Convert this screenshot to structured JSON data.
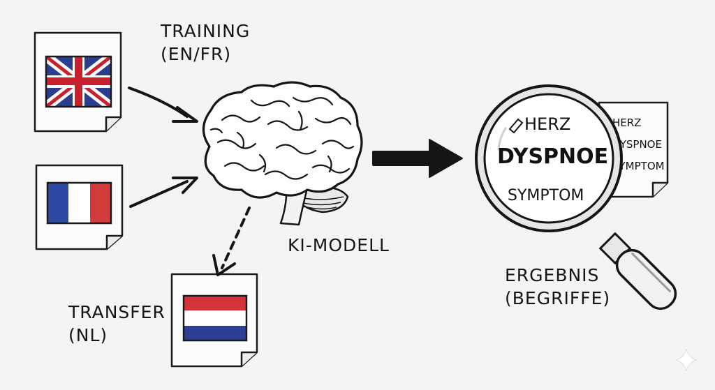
{
  "labels": {
    "training_line1": "TRAINING",
    "training_line2": "(EN/FR)",
    "model": "KI-MODELL",
    "transfer_line1": "TRANSFER",
    "transfer_line2": "(NL)",
    "result_line1": "ERGEBNIS",
    "result_line2": "(BEGRIFFE)"
  },
  "lens_terms": [
    "HERZ",
    "DYSPNOE",
    "SYMPTOM"
  ],
  "paper_terms": [
    "HERZ",
    "DYSPNOE",
    "SYMPTOM"
  ],
  "flags": {
    "en": "united-kingdom-flag",
    "fr": "france-flag",
    "nl": "netherlands-flag"
  },
  "colors": {
    "background": "#f4f4f3",
    "ink": "#151515",
    "uk_blue": "#2a3d8f",
    "uk_red": "#c8202c",
    "fr_blue": "#2c4aa3",
    "fr_red": "#d33a3a",
    "nl_red": "#d2343a",
    "nl_blue": "#2c3f95"
  }
}
